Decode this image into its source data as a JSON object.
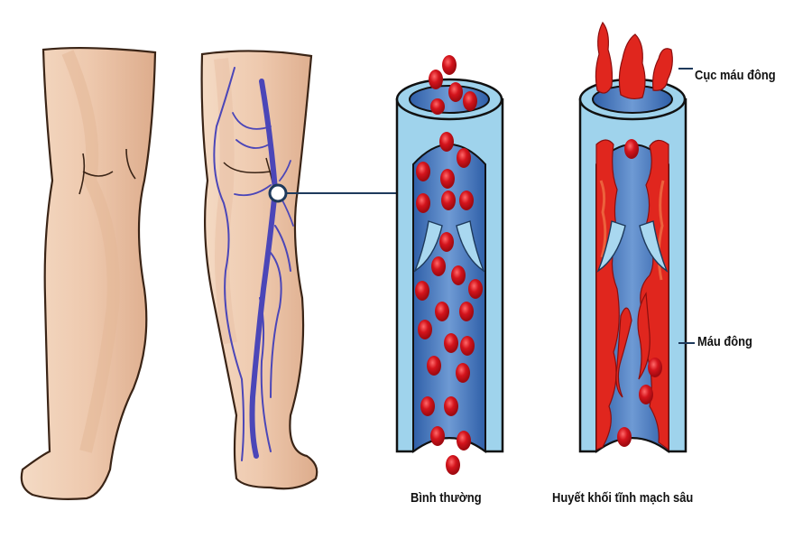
{
  "diagram": {
    "topic": "Deep vein thrombosis comparison",
    "panels": [
      {
        "id": "leg-plain",
        "description": "Back view of a leg without veins"
      },
      {
        "id": "leg-veins",
        "description": "Back view of a leg with blue veins and a highlighted point behind the knee"
      },
      {
        "id": "vein-normal",
        "caption": "Bình thường"
      },
      {
        "id": "vein-dvt",
        "caption": "Huyết khối tĩnh mạch sâu"
      }
    ],
    "callouts": {
      "clot_top": "Cục máu đông",
      "clot_wall": "Máu đông"
    },
    "colors": {
      "skin_light": "#F3D6BE",
      "skin_mid": "#E8BFA0",
      "skin_dark": "#D9A888",
      "outline": "#3a2416",
      "vein": "#4B46B8",
      "vessel_outer": "#9FD3EC",
      "vessel_inner": "#3F6FB5",
      "vessel_inner_light": "#6E9AD4",
      "blood_cell": "#D4141C",
      "clot": "#E0261E",
      "clot_highlight": "#F27A4A",
      "connector": "#1E3A5C"
    }
  }
}
